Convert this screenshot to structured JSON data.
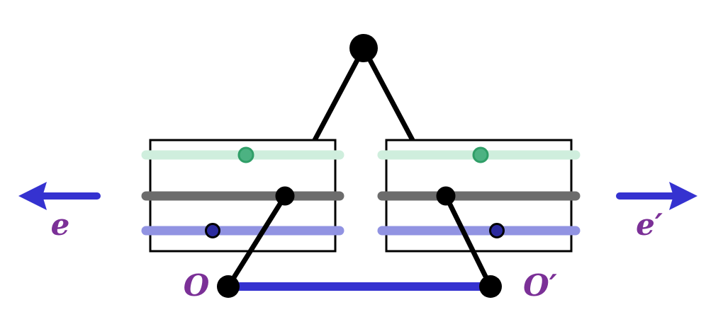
{
  "labels": {
    "left_axis": "e",
    "right_axis": "e′",
    "left_origin": "O",
    "right_origin": "O′"
  },
  "colors": {
    "black": "#000000",
    "blue": "#3532d0",
    "mint_stripe": "#cfeedd",
    "green_marker_fill": "#4cb282",
    "green_marker_stroke": "#2f9e67",
    "gray_stripe": "#6c6c6c",
    "lavender_stripe": "#9193e2",
    "navy_marker_fill": "#2b2a9e",
    "label_purple": "#7b3097",
    "background": "#ffffff"
  }
}
